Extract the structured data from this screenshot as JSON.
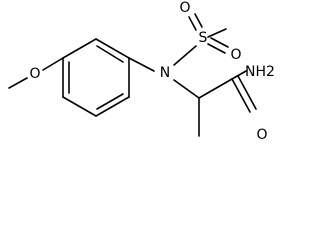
{
  "molecule": {
    "atoms": {
      "methoxy_oxygen": "O",
      "sulfonyl_oxygen_top": "O",
      "sulfur": "S",
      "sulfonyl_oxygen_right": "O",
      "nitrogen": "N",
      "amide_nitrogen": "NH2",
      "carbonyl_oxygen": "O"
    }
  }
}
